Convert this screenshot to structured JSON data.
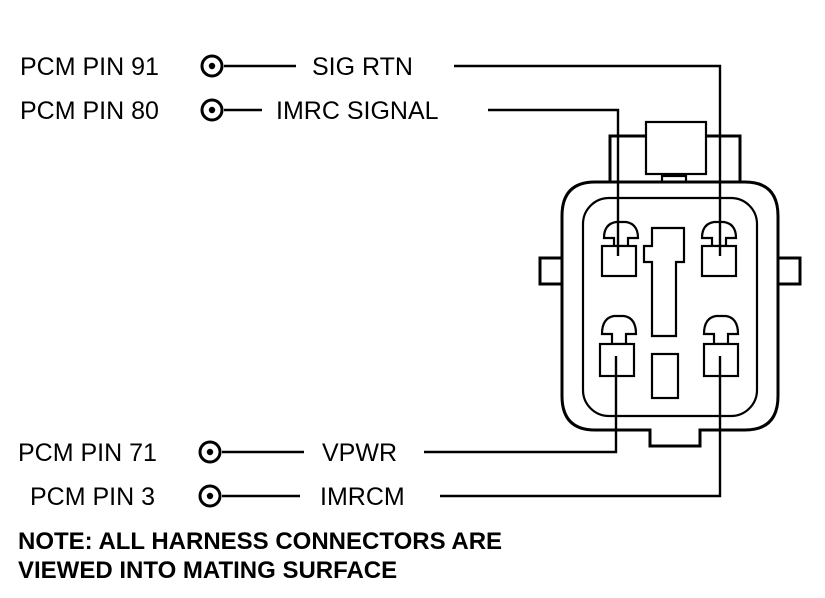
{
  "pins": [
    {
      "pcm_label": "PCM PIN 91",
      "signal": "SIG RTN"
    },
    {
      "pcm_label": "PCM PIN 80",
      "signal": "IMRC SIGNAL"
    },
    {
      "pcm_label": "PCM PIN 71",
      "signal": "VPWR"
    },
    {
      "pcm_label": "PCM PIN 3",
      "signal": "IMRCM"
    }
  ],
  "note": {
    "line1": "NOTE: ALL HARNESS CONNECTORS ARE",
    "line2": "VIEWED INTO MATING SURFACE"
  },
  "colors": {
    "ink": "#000000",
    "background": "#ffffff"
  }
}
